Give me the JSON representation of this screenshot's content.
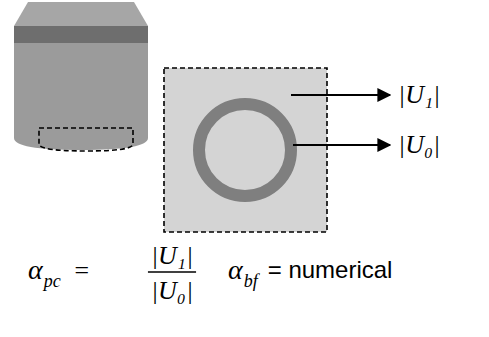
{
  "diagram": {
    "labels": [
      "|U₁|",
      "|U₀|",
      "α",
      "pc",
      "=",
      "|U₁|",
      "|U₀|",
      "α",
      "bf",
      "= numerical"
    ]
  }
}
